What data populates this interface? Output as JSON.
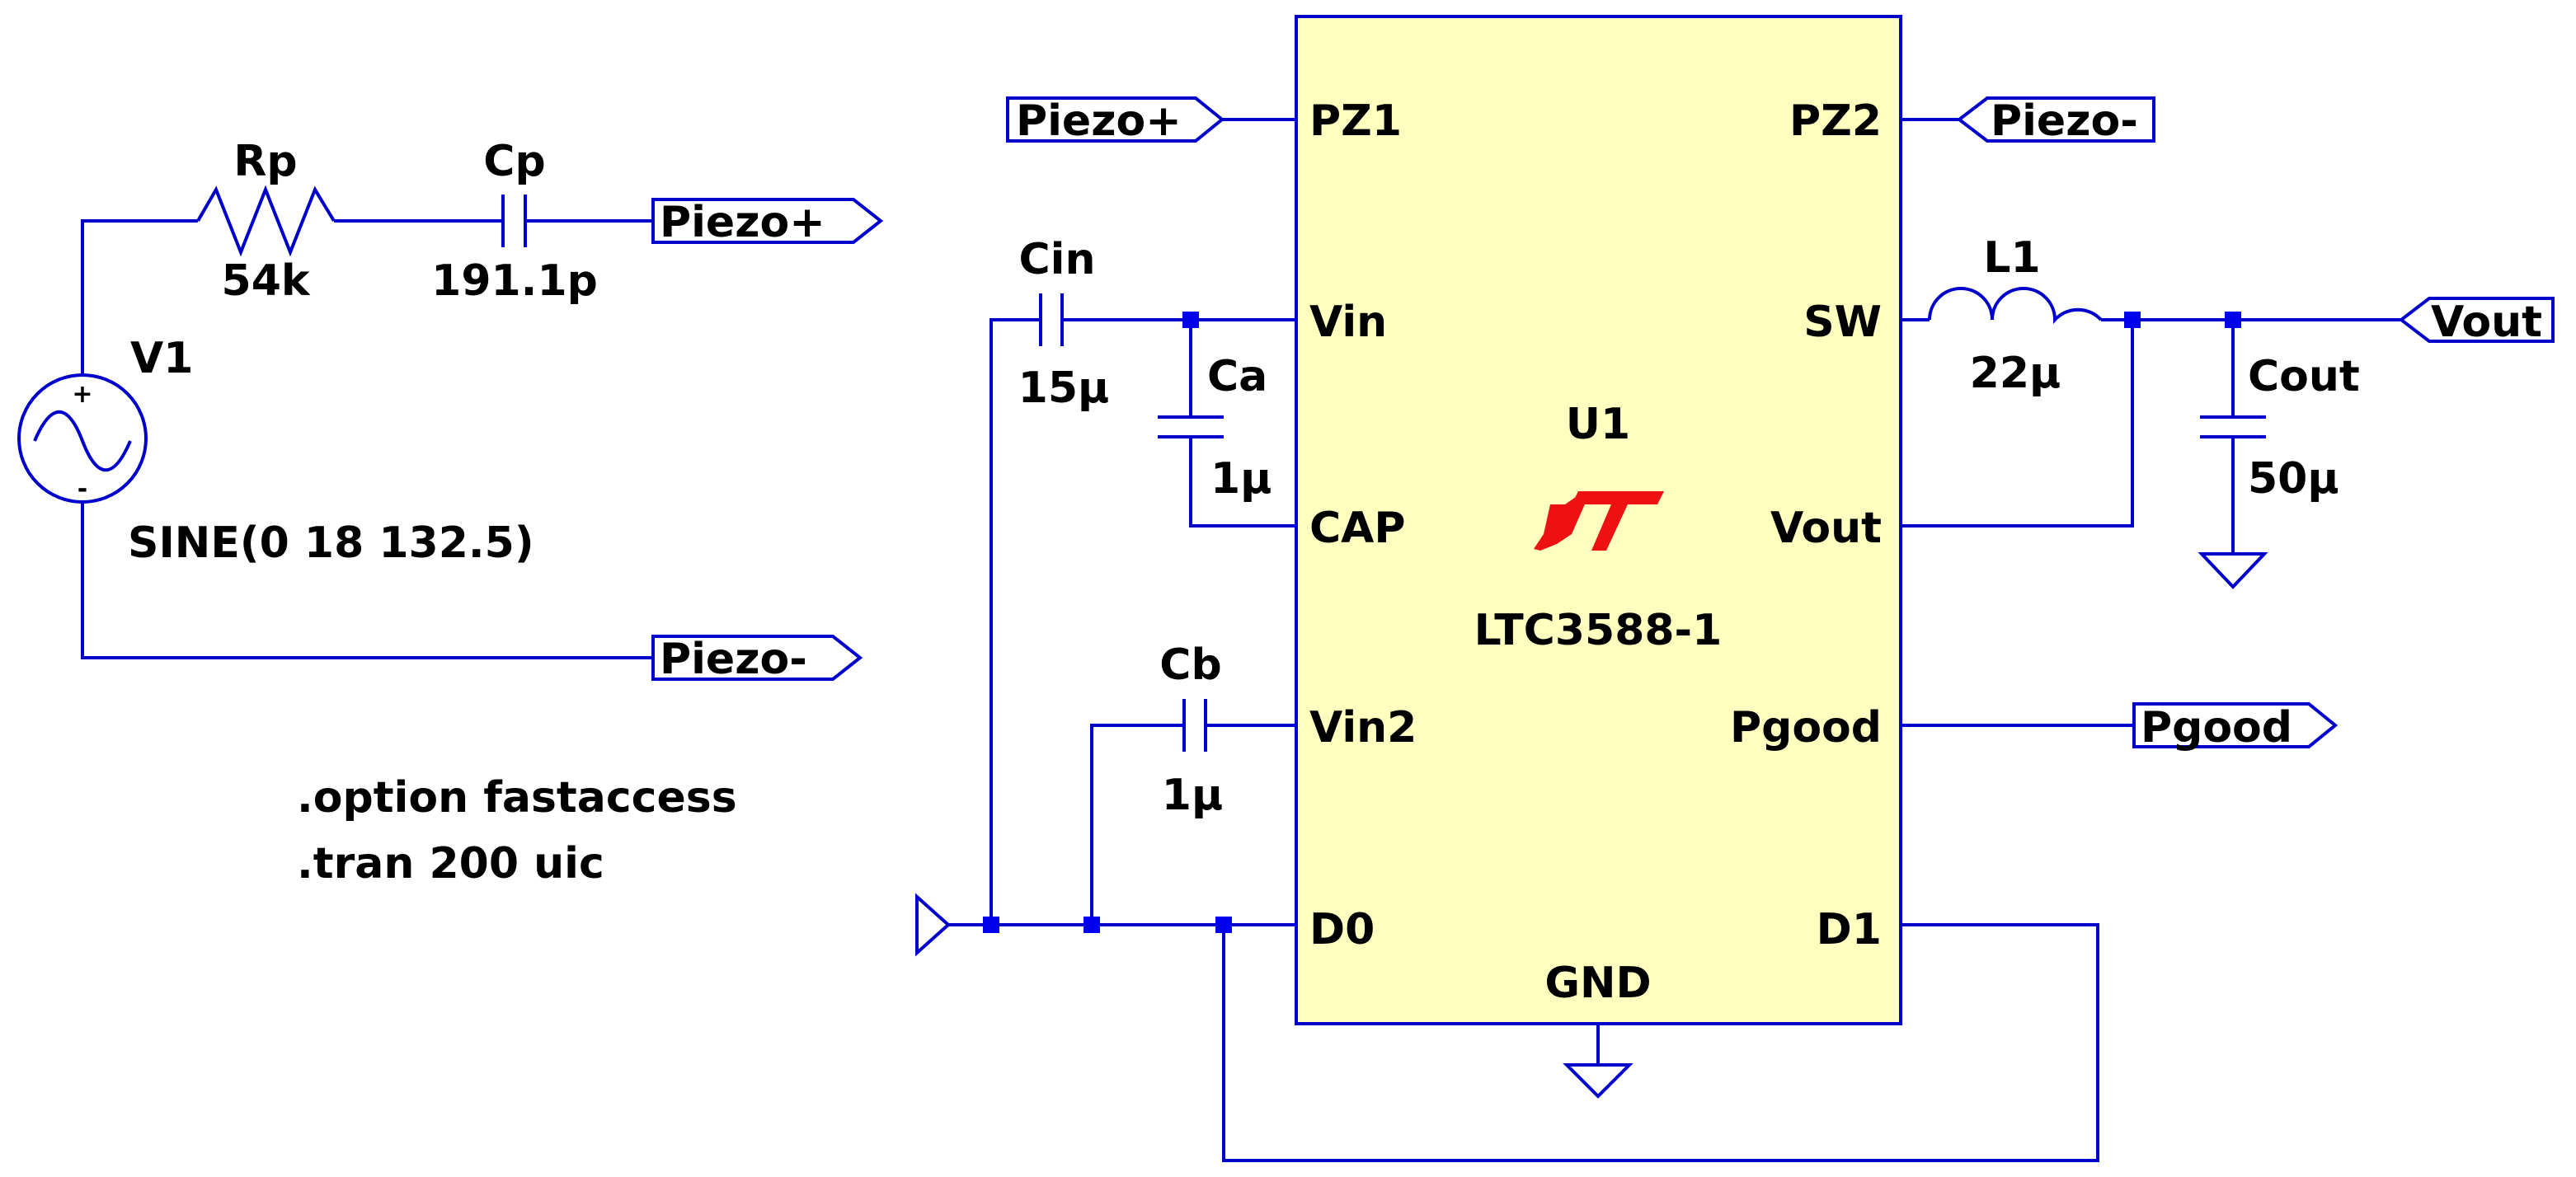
{
  "colors": {
    "wire": "#0000cc",
    "chip_fill": "#ffffc0",
    "logo": "#ee1111",
    "text": "#000000"
  },
  "source": {
    "name": "V1",
    "value": "SINE(0 18 132.5)",
    "plus": "+",
    "minus": "-"
  },
  "rp": {
    "name": "Rp",
    "value": "54k"
  },
  "cp": {
    "name": "Cp",
    "value": "191.1p"
  },
  "cin": {
    "name": "Cin",
    "value": "15µ"
  },
  "ca": {
    "name": "Ca",
    "value": "1µ"
  },
  "cb": {
    "name": "Cb",
    "value": "1µ"
  },
  "l1": {
    "name": "L1",
    "value": "22µ"
  },
  "cout": {
    "name": "Cout",
    "value": "50µ"
  },
  "chip": {
    "ref": "U1",
    "part": "LTC3588-1",
    "pins": {
      "pz1": "PZ1",
      "pz2": "PZ2",
      "vin": "Vin",
      "sw": "SW",
      "cap": "CAP",
      "vout": "Vout",
      "vin2": "Vin2",
      "pgood": "Pgood",
      "d0": "D0",
      "d1": "D1",
      "gnd": "GND"
    }
  },
  "flags": {
    "src_piezo_plus": "Piezo+",
    "src_piezo_minus": "Piezo-",
    "chip_piezo_plus": "Piezo+",
    "chip_piezo_minus": "Piezo-",
    "vout": "Vout",
    "pgood": "Pgood"
  },
  "directives": [
    ".option fastaccess",
    ".tran 200 uic"
  ]
}
